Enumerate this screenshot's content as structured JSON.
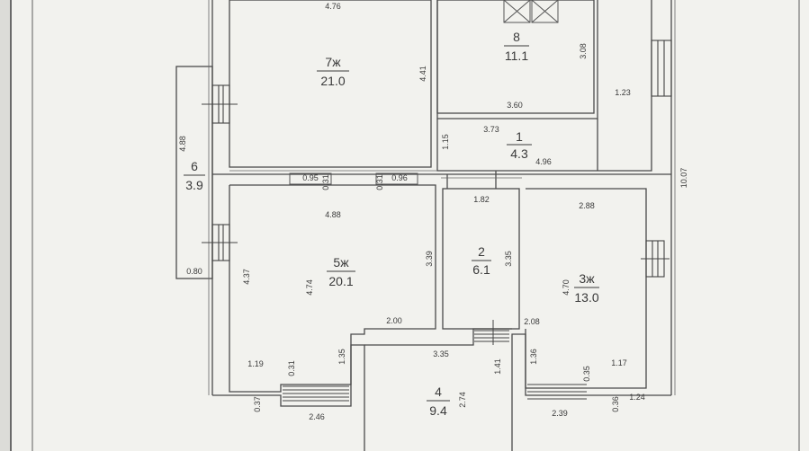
{
  "rooms": [
    {
      "id": "room-7",
      "number": "7ж",
      "area": "21.0"
    },
    {
      "id": "room-8",
      "number": "8",
      "area": "11.1"
    },
    {
      "id": "room-1",
      "number": "1",
      "area": "4.3"
    },
    {
      "id": "room-6",
      "number": "6",
      "area": "3.9"
    },
    {
      "id": "room-5",
      "number": "5ж",
      "area": "20.1"
    },
    {
      "id": "room-2",
      "number": "2",
      "area": "6.1"
    },
    {
      "id": "room-3",
      "number": "3ж",
      "area": "13.0"
    },
    {
      "id": "room-4",
      "number": "4",
      "area": "9.4"
    }
  ],
  "dimensions": {
    "d_476": "4.76",
    "d_441": "4.41",
    "d_308": "3.08",
    "d_360": "3.60",
    "d_123": "1.23",
    "d_373": "3.73",
    "d_115": "1.15",
    "d_496": "4.96",
    "d_1007": "10.07",
    "d_488_side": "4.88",
    "d_095": "0.95",
    "d_031_a": "0.31",
    "d_031_b": "0.31",
    "d_096": "0.96",
    "d_488": "4.88",
    "d_182": "1.82",
    "d_288": "2.88",
    "d_339": "3.39",
    "d_335_v": "3.35",
    "d_080": "0.80",
    "d_437": "4.37",
    "d_474": "4.74",
    "d_470": "4.70",
    "d_200": "2.00",
    "d_208": "2.08",
    "d_335_h": "3.35",
    "d_119": "1.19",
    "d_031_c": "0.31",
    "d_135": "1.35",
    "d_141": "1.41",
    "d_136": "1.36",
    "d_035": "0.35",
    "d_117": "1.17",
    "d_274": "2.74",
    "d_037": "0.37",
    "d_246": "2.46",
    "d_239": "2.39",
    "d_036": "0.36",
    "d_124": "1.24"
  }
}
